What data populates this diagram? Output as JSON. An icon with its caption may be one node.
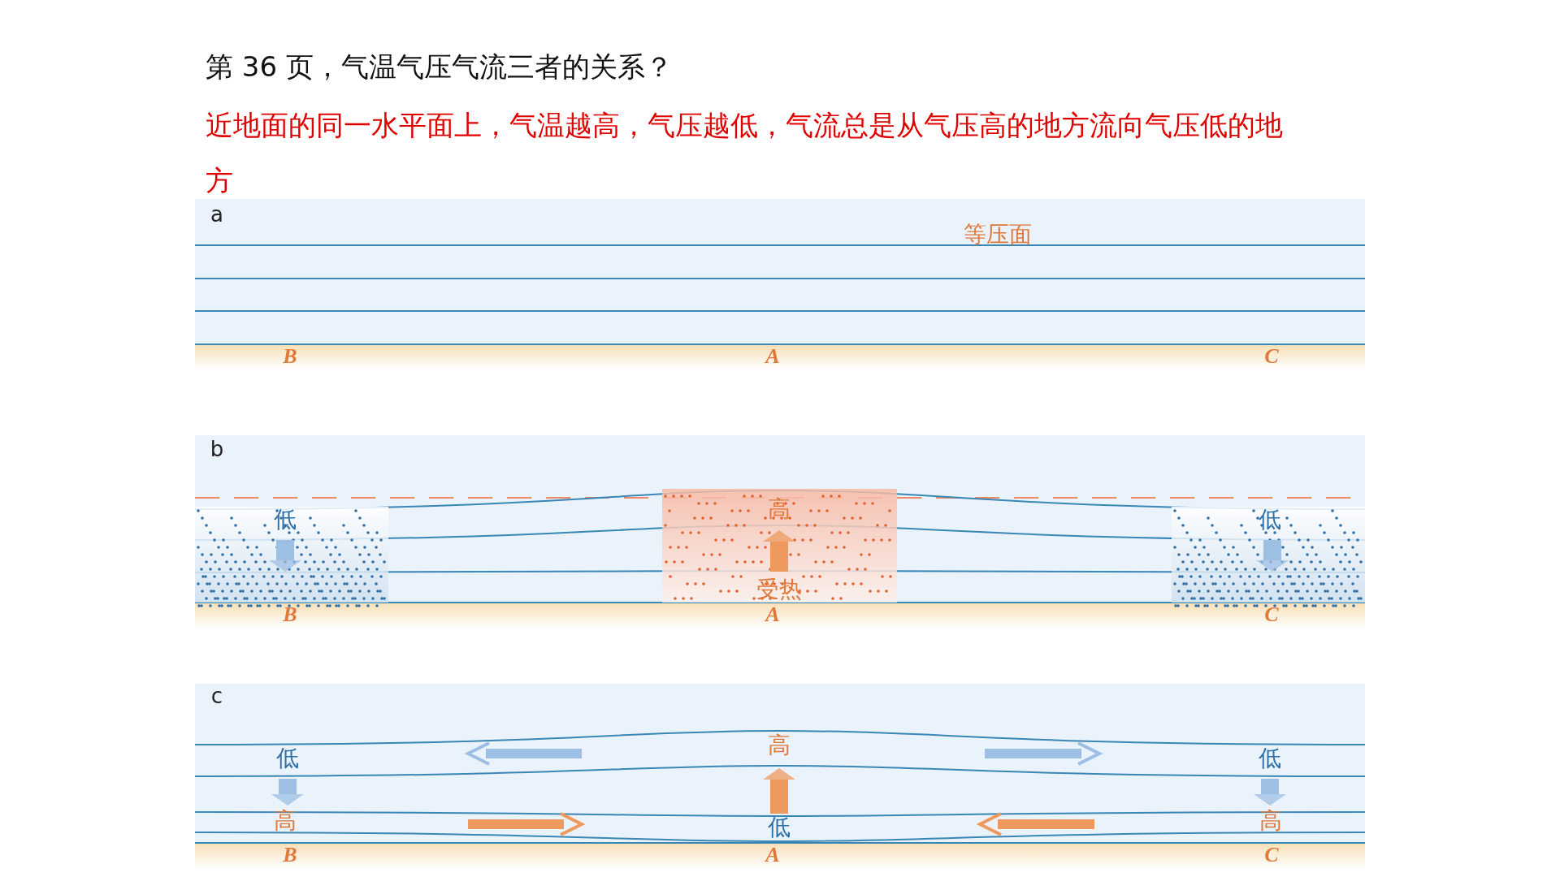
{
  "diagram": {
    "title": "第 36 页，气温气压气流三者的关系？",
    "labels": [
      "近地面的同一水平面上，气温越高，气压越低，气流总是从气压高的地方流向气压低的地方",
      "a",
      "等压面",
      "B",
      "A",
      "C",
      "b",
      "低",
      "高",
      "低",
      "受热",
      "B",
      "A",
      "C",
      "c",
      "低",
      "高",
      "低",
      "高",
      "低",
      "高",
      "B",
      "A",
      "C"
    ]
  }
}
